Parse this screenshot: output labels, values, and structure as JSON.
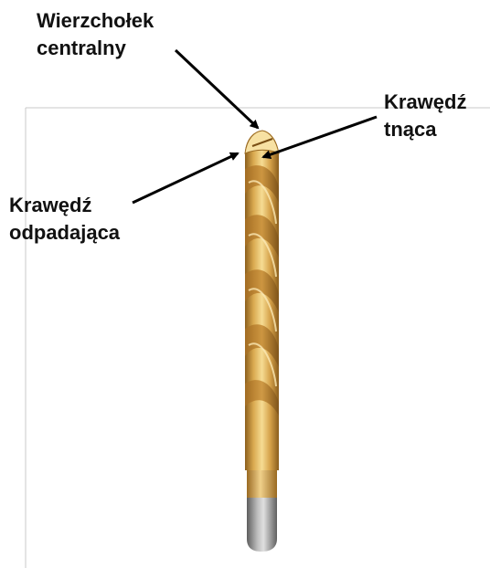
{
  "labels": {
    "center_tip": {
      "line1": "Wierzchołek",
      "line2": "centralny"
    },
    "cutting_edge": {
      "line1": "Krawędź",
      "line2": "tnąca"
    },
    "trailing_edge": {
      "line1": "Krawędź",
      "line2": "odpadająca"
    }
  },
  "colors": {
    "gold_light": "#f3d48a",
    "gold_mid": "#d3a04a",
    "gold_dark": "#9a6a22",
    "shank": "#8a8a8a",
    "arrow": "#000000",
    "frame": "#c8c8c8"
  }
}
